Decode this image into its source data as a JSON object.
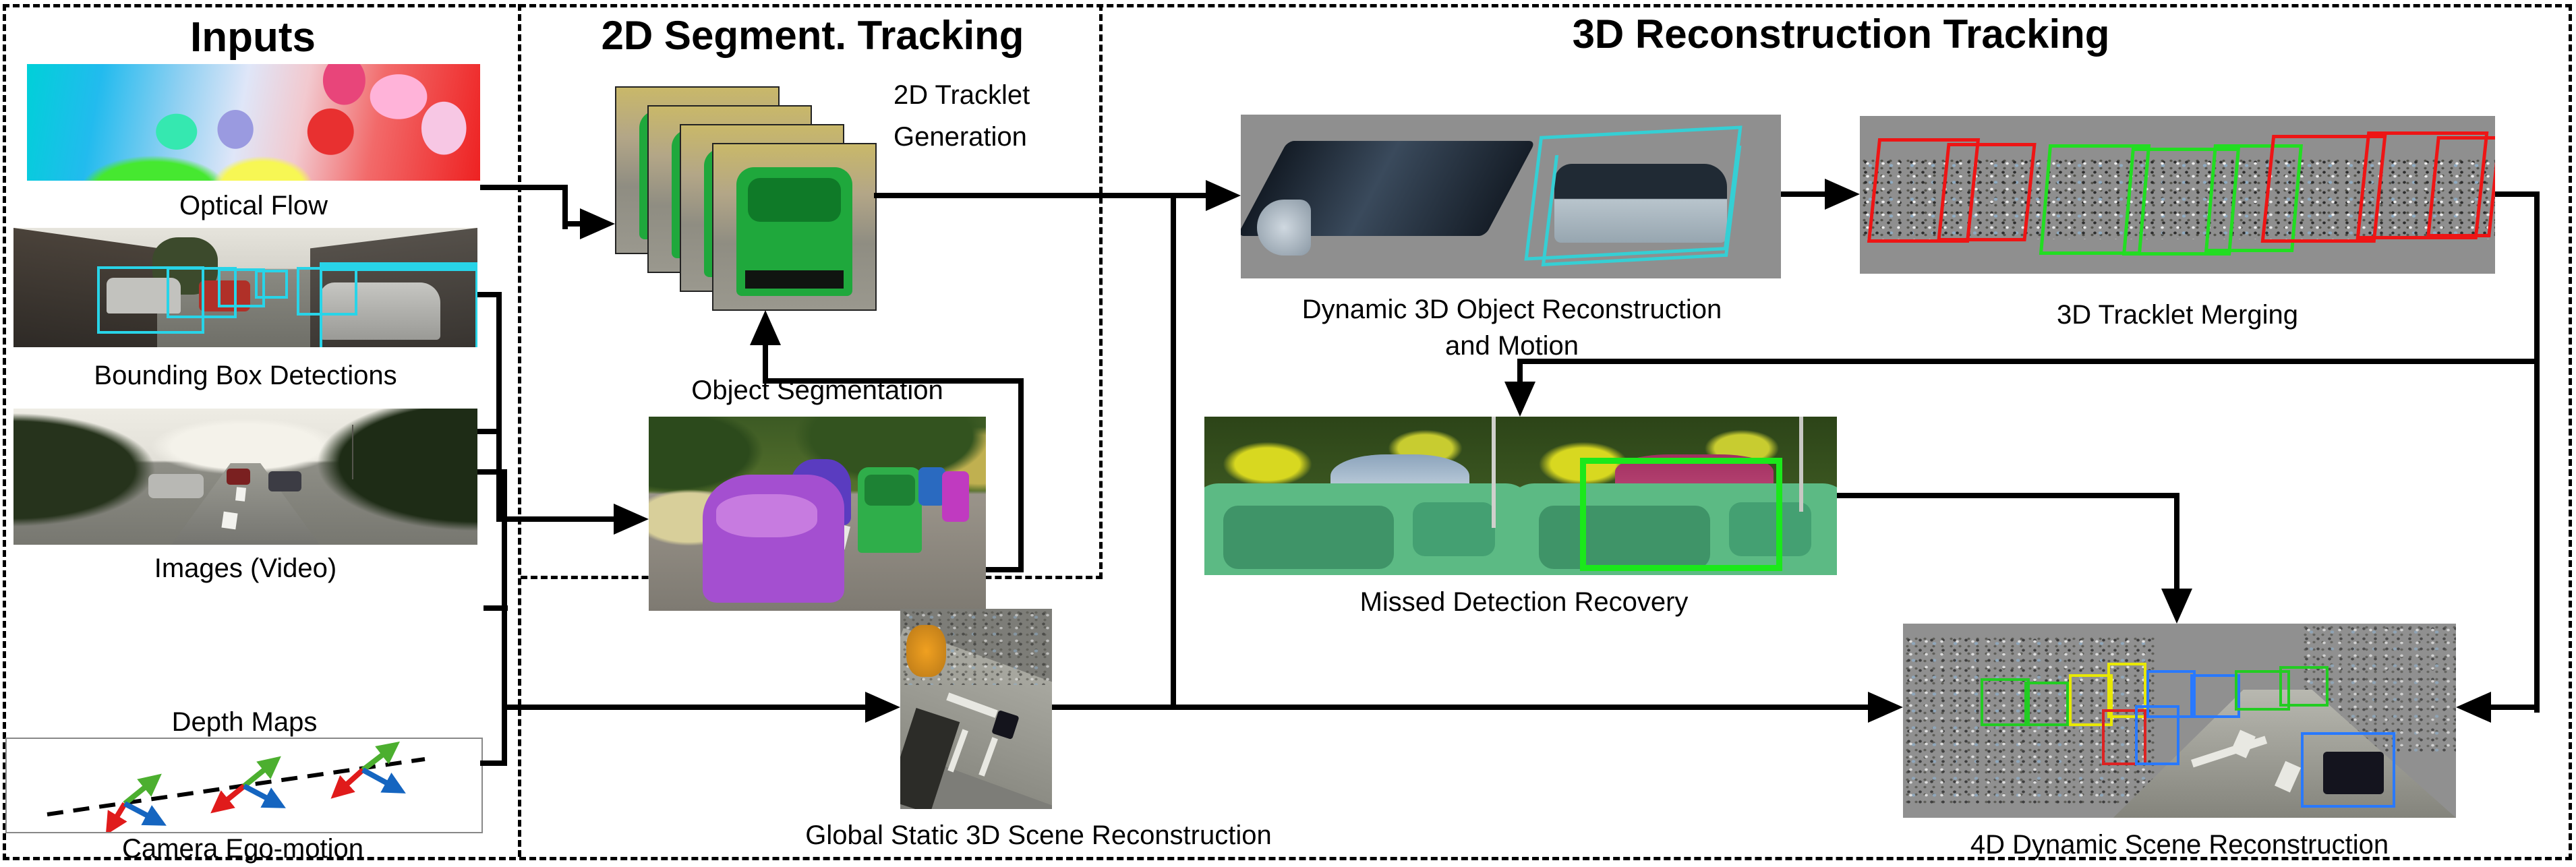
{
  "figure": {
    "sections": {
      "inputs": "Inputs",
      "segment2d": "2D Segment. Tracking",
      "recon3d": "3D Reconstruction Tracking"
    },
    "inputs": {
      "optical_flow": "Optical Flow",
      "bounding_boxes": "Bounding Box Detections",
      "images_video": "Images (Video)",
      "depth_maps": "Depth Maps",
      "ego_motion": "Camera Ego-motion"
    },
    "stages": {
      "tracklet2d": "2D Tracklet Generation",
      "object_segmentation": "Object Segmentation",
      "dynamic3d": "Dynamic 3D Object Reconstruction and Motion",
      "tracklet_merging": "3D Tracklet Merging",
      "missed_detection": "Missed Detection Recovery",
      "global_static": "Global Static 3D Scene Reconstruction",
      "dynamic4d": "4D Dynamic Scene Reconstruction"
    },
    "colors": {
      "detection_cyan": "#28d4e8",
      "wireframe_cyan": "#35cfd4",
      "tracklet_red": "#ee1515",
      "tracklet_green": "#22dd22",
      "trail_blue": "#2979ff",
      "trail_yellow": "#e8e800",
      "ego_axis_green": "#4caf2f",
      "ego_axis_red": "#e01b1b",
      "ego_axis_blue": "#1565c0"
    }
  }
}
